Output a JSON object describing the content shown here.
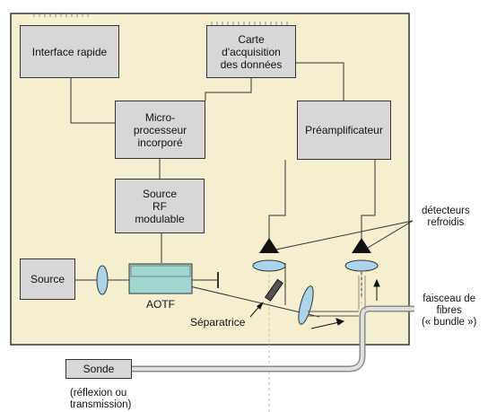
{
  "blocks": {
    "interface": "Interface rapide",
    "carte": "Carte\nd'acquisition\ndes données",
    "micro": "Micro-\nprocesseur\nincorporé",
    "preamp": "Préamplificateur",
    "rf": "Source\nRF\nmodulable",
    "source": "Source",
    "sonde": "Sonde"
  },
  "labels": {
    "aotf": "AOTF",
    "separatrice": "Séparatrice",
    "detecteurs": "détecteurs\nrefroidis",
    "faisceau": "faisceau de\nfibres\n(« bundle »)",
    "reflexion": "(réflexion ou\ntransmission)"
  },
  "colors": {
    "panel": "#f5efcf",
    "block": "#d7d7d7",
    "aotf": "#9fd6cf",
    "lens": "#a9d4ea",
    "fiber": "#b9b9b9"
  }
}
